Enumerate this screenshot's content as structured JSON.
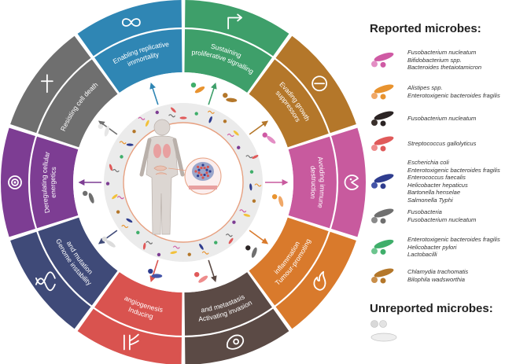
{
  "hallmarks": [
    {
      "lines": [
        "Sustaining",
        "proliferative signalling"
      ],
      "color": "#3e9f6a",
      "icon": "arrow-icon"
    },
    {
      "lines": [
        "Evading growth",
        "suppressors"
      ],
      "color": "#b4772a",
      "icon": "no-entry-icon"
    },
    {
      "lines": [
        "Avoiding immune",
        "destruction"
      ],
      "color": "#c85a9e",
      "icon": "pacman-icon"
    },
    {
      "lines": [
        "Tumour-promoting",
        "inflammation"
      ],
      "color": "#d97a2c",
      "icon": "flame-icon"
    },
    {
      "lines": [
        "Activating invasion",
        "and metastasis"
      ],
      "color": "#5b4a45",
      "icon": "cell-icon"
    },
    {
      "lines": [
        "Inducing",
        "angiogenesis"
      ],
      "color": "#d9534f",
      "icon": "vessel-icon"
    },
    {
      "lines": [
        "Genome instability",
        "and mutation"
      ],
      "color": "#3f4a78",
      "icon": "dna-icon"
    },
    {
      "lines": [
        "Deregulating cellular",
        "energetics"
      ],
      "color": "#7d3d93",
      "icon": "energy-icon"
    },
    {
      "lines": [
        "Resisting cell death"
      ],
      "color": "#6f6f6f",
      "icon": "grave-cross-icon"
    },
    {
      "lines": [
        "Enabling replicative",
        "immortality"
      ],
      "color": "#2f86b4",
      "icon": "infinity-icon"
    }
  ],
  "legend": {
    "reported_title": "Reported microbes:",
    "unreported_title": "Unreported microbes:",
    "groups": [
      {
        "names": [
          "Fusobacterium nucleatum",
          "Bifidobacterium spp.",
          "Bacteroides thetaiotamicron"
        ],
        "colors": [
          "#cf5aa4",
          "#e38ec4",
          "#c85a9e"
        ]
      },
      {
        "names": [
          "Alistipes spp.",
          "Enterotoxigenic bacteroides fragilis"
        ],
        "colors": [
          "#e8932f",
          "#f0a868"
        ]
      },
      {
        "names": [
          "Fusobacterium nucleatum"
        ],
        "colors": [
          "#2b2424",
          "#3a302c"
        ]
      },
      {
        "names": [
          "Streptococcus gallolyticus"
        ],
        "colors": [
          "#e05a5a",
          "#ee8c8c"
        ]
      },
      {
        "names": [
          "Escherichia coli",
          "Enterotoxigenic bacteroides fragilis",
          "Enterococcus faecalis",
          "Helicobacter hepaticus",
          "Bartonella henselae",
          "Salmonella Typhi"
        ],
        "colors": [
          "#2f3d8f",
          "#4455a8"
        ]
      },
      {
        "names": [
          "Fusobacteria",
          "Fusobacterium nucleatum"
        ],
        "colors": [
          "#6f6f6f",
          "#8a8a8a"
        ]
      },
      {
        "names": [
          "Enterotoxigenic bacteroides fragilis",
          "Helicobacter pylori",
          "Lactobacilli"
        ],
        "colors": [
          "#3fae6a",
          "#6cc58e"
        ]
      },
      {
        "names": [
          "Chlamydia trachomatis",
          "Bilophila wadsworthia"
        ],
        "colors": [
          "#b4772a",
          "#c98e4a"
        ]
      }
    ]
  }
}
